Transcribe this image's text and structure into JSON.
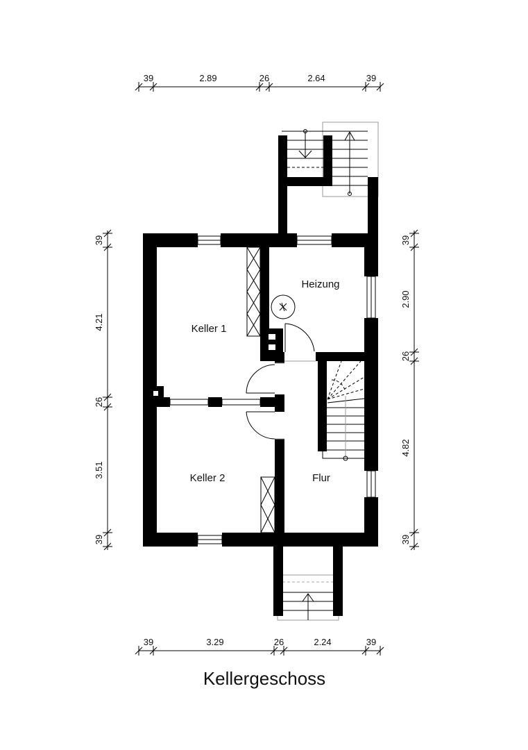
{
  "title": "Kellergeschoss",
  "rooms": {
    "keller1": "Keller 1",
    "keller2": "Keller 2",
    "heizung": "Heizung",
    "flur": "Flur"
  },
  "dimensions": {
    "top": [
      "39",
      "2.89",
      "26",
      "2.64",
      "39"
    ],
    "bottom": [
      "39",
      "3.29",
      "26",
      "2.24",
      "39"
    ],
    "left": [
      "39",
      "4.21",
      "26",
      "3.51",
      "39"
    ],
    "right": [
      "39",
      "2.90",
      "26",
      "4.82",
      "39"
    ]
  }
}
